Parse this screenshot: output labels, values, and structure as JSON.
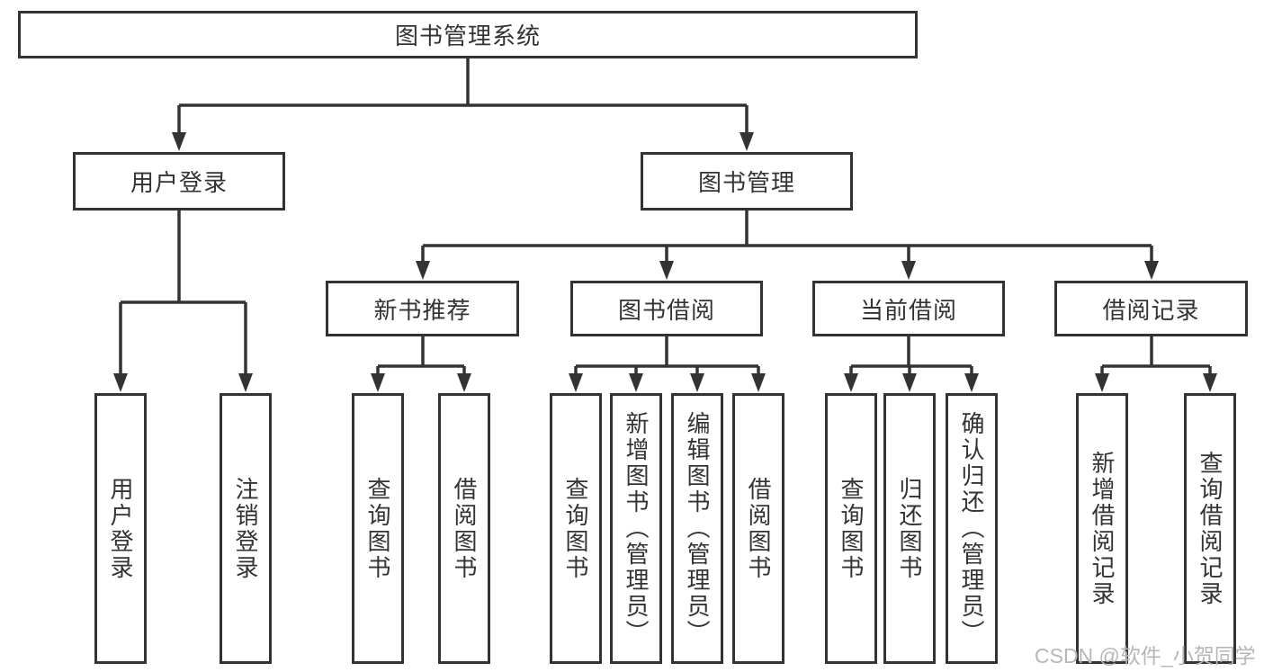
{
  "title": "图书管理系统",
  "tree": {
    "root_label": "图书管理系统",
    "branches": [
      {
        "label": "用户登录",
        "leaves": [
          "用户登录",
          "注销登录"
        ]
      },
      {
        "label": "图书管理",
        "groups": [
          {
            "label": "新书推荐",
            "leaves": [
              "查询图书",
              "借阅图书"
            ]
          },
          {
            "label": "图书借阅",
            "leaves": [
              "查询图书",
              "新增图书（管理员）",
              "编辑图书（管理员）",
              "借阅图书"
            ]
          },
          {
            "label": "当前借阅",
            "leaves": [
              "查询图书",
              "归还图书",
              "确认归还（管理员）"
            ]
          },
          {
            "label": "借阅记录",
            "leaves": [
              "新增借阅记录",
              "查询借阅记录"
            ]
          }
        ]
      }
    ]
  },
  "watermark": "CSDN @软件_小贺同学",
  "colors": {
    "line": "#333333",
    "text": "#333333",
    "watermark": "#b7b7b7",
    "background": "#ffffff"
  }
}
